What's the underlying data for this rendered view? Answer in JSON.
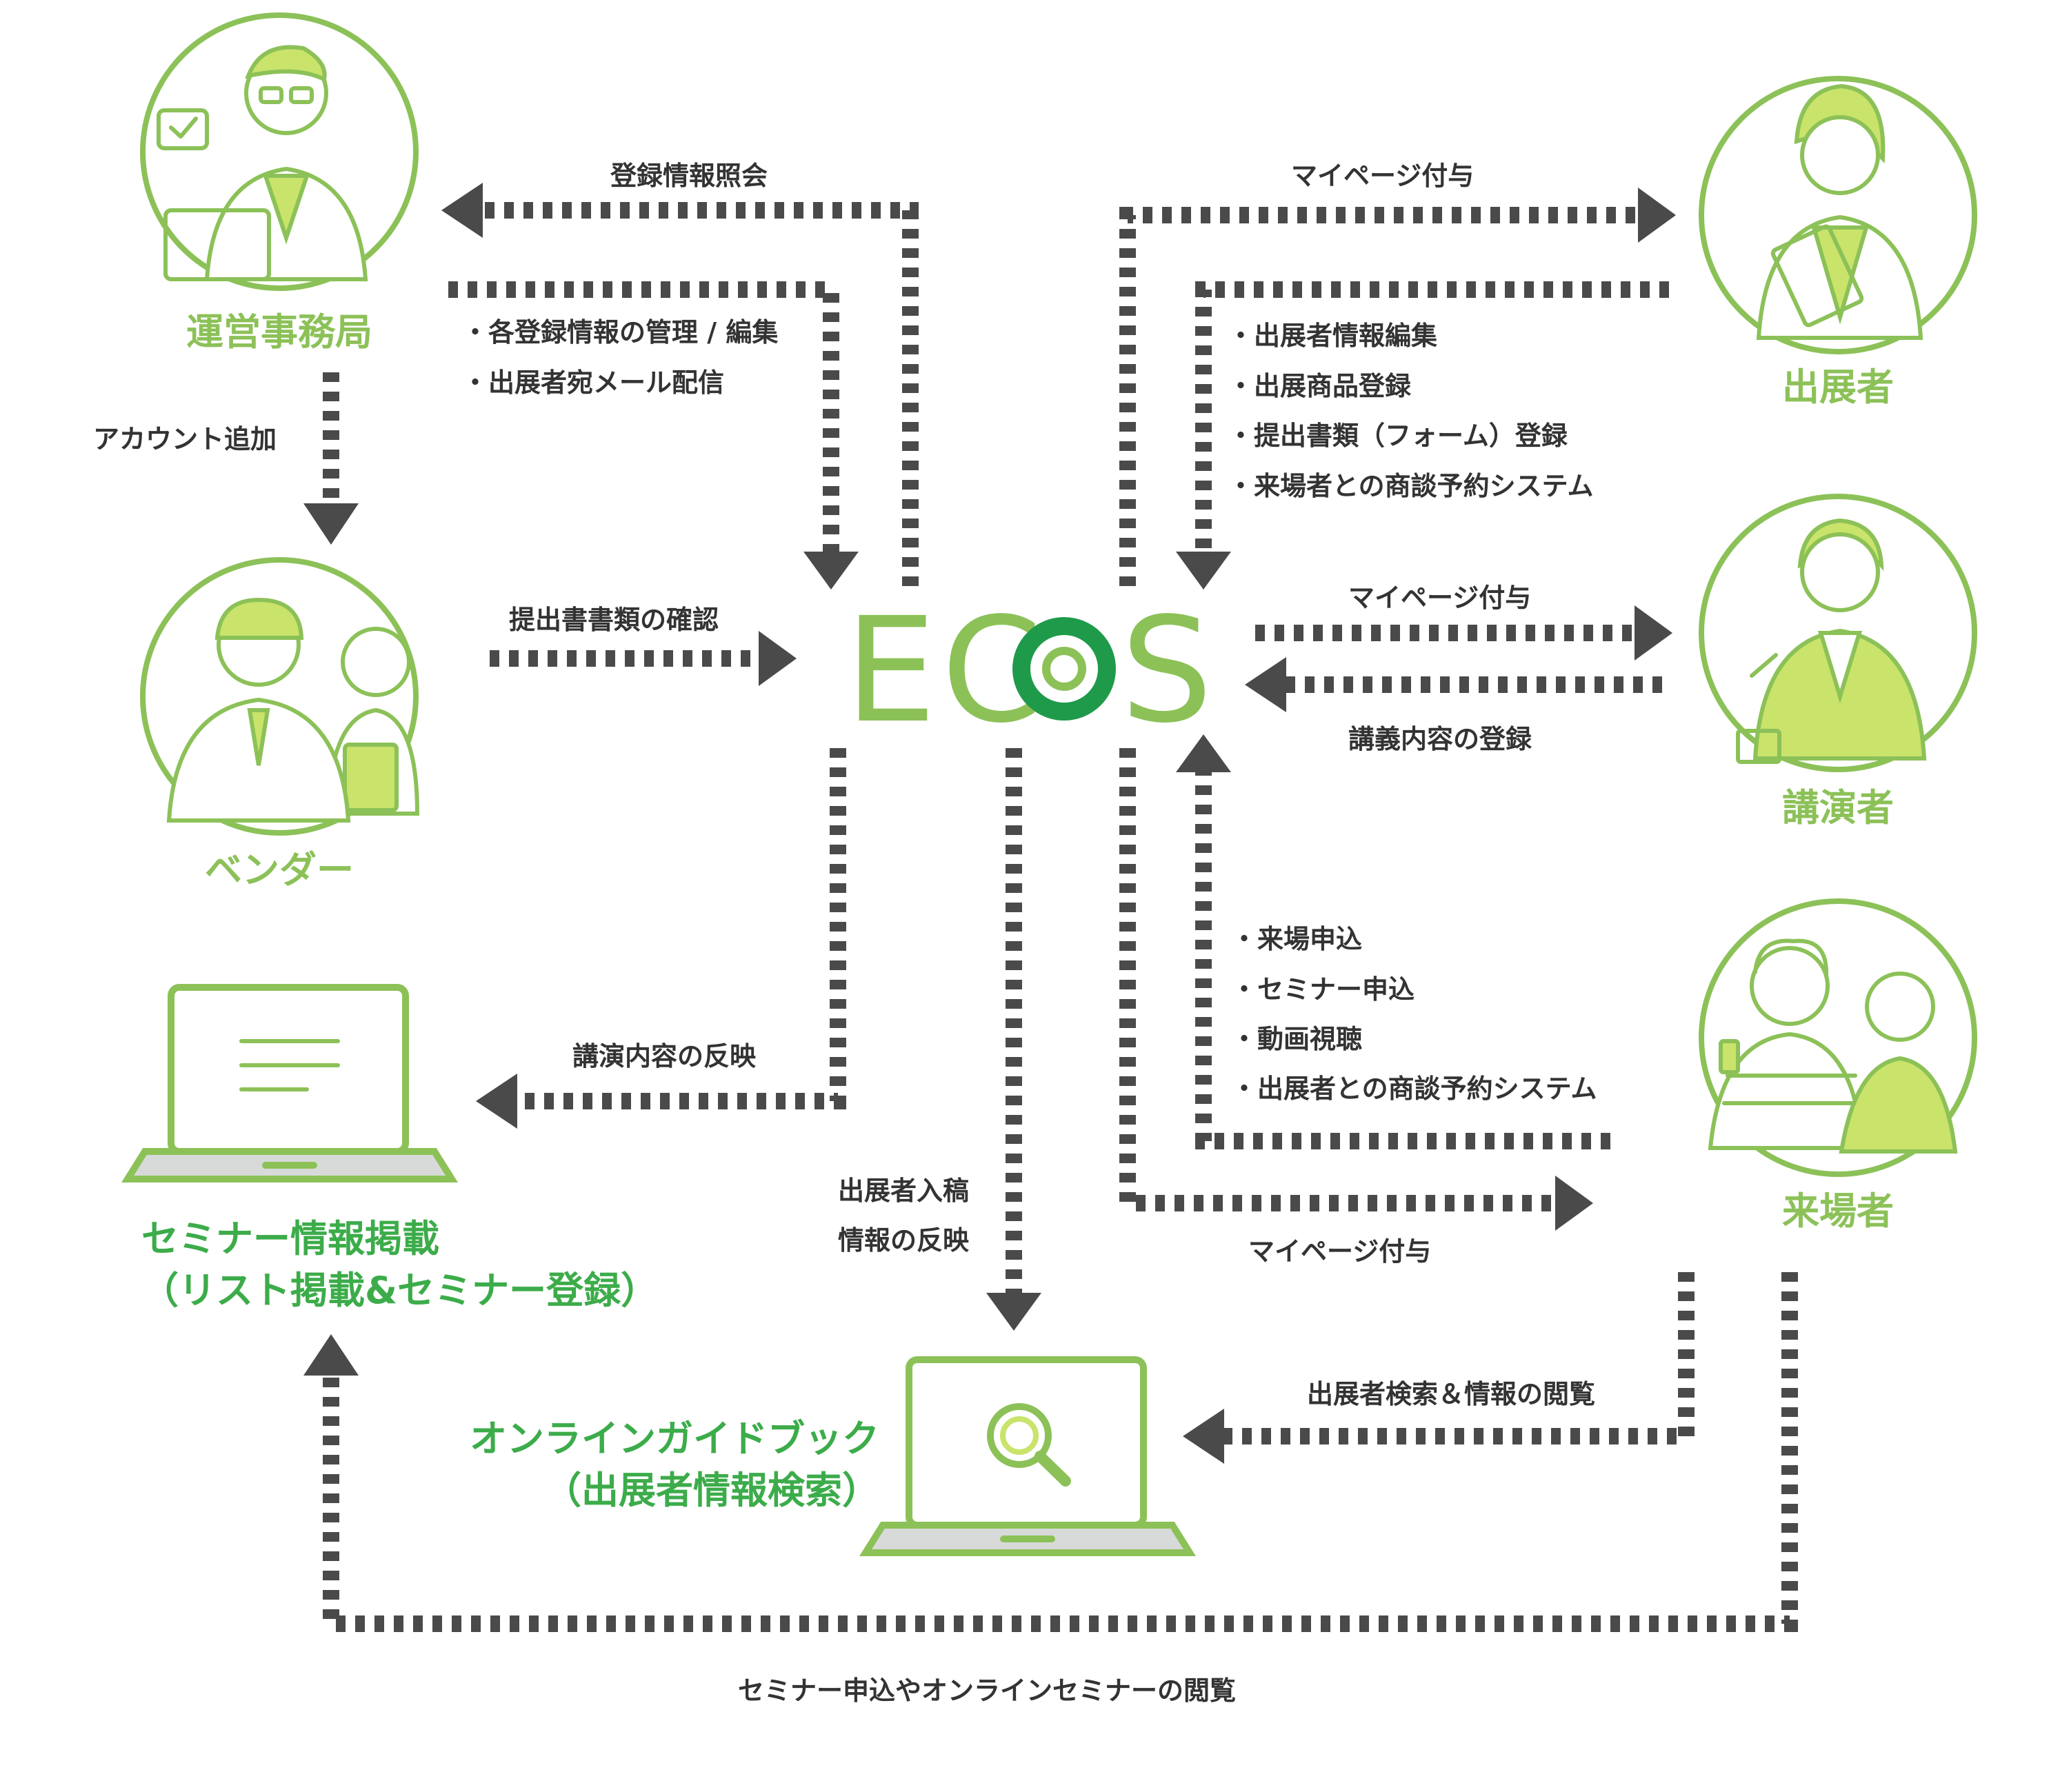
{
  "logo": {
    "text": "ECOS",
    "color_light": "#8cc158",
    "color_dark": "#1f9a4a"
  },
  "actors": {
    "office": "運営事務局",
    "vendor": "ベンダー",
    "exhibitor": "出展者",
    "speaker": "講演者",
    "visitor": "来場者"
  },
  "media": {
    "seminar_line1": "セミナー情報掲載",
    "seminar_line2": "（リスト掲載&セミナー登録）",
    "guide_line1": "オンラインガイドブック",
    "guide_line2": "（出展者情報検索）"
  },
  "labels": {
    "reg_lookup": "登録情報照会",
    "office_tasks": [
      "・各登録情報の管理 / 編集",
      "・出展者宛メール配信"
    ],
    "account_add": "アカウント追加",
    "doc_check": "提出書書類の確認",
    "mypage_exhibitor": "マイページ付与",
    "exhibitor_tasks": [
      "・出展者情報編集",
      "・出展商品登録",
      "・提出書類（フォーム）登録",
      "・来場者との商談予約システム"
    ],
    "mypage_speaker": "マイページ付与",
    "lecture_reg": "講義内容の登録",
    "visitor_tasks": [
      "・来場申込",
      "・セミナー申込",
      "・動画視聴",
      "・出展者との商談予約システム"
    ],
    "mypage_visitor": "マイページ付与",
    "lecture_reflect": "講演内容の反映",
    "exhibitor_submit": [
      "出展者入稿",
      "情報の反映"
    ],
    "exhibitor_search": "出展者検索＆情報の閲覧",
    "seminar_apply": "セミナー申込やオンラインセミナーの閲覧"
  },
  "colors": {
    "accent": "#8cc158",
    "accent_dark": "#3cac4a",
    "arrow": "#4a4a4a",
    "text": "#333333"
  },
  "icons": [
    "office-worker-illustration",
    "vendor-illustration",
    "exhibitor-illustration",
    "speaker-illustration",
    "visitors-illustration",
    "laptop-document-icon",
    "laptop-search-icon"
  ]
}
